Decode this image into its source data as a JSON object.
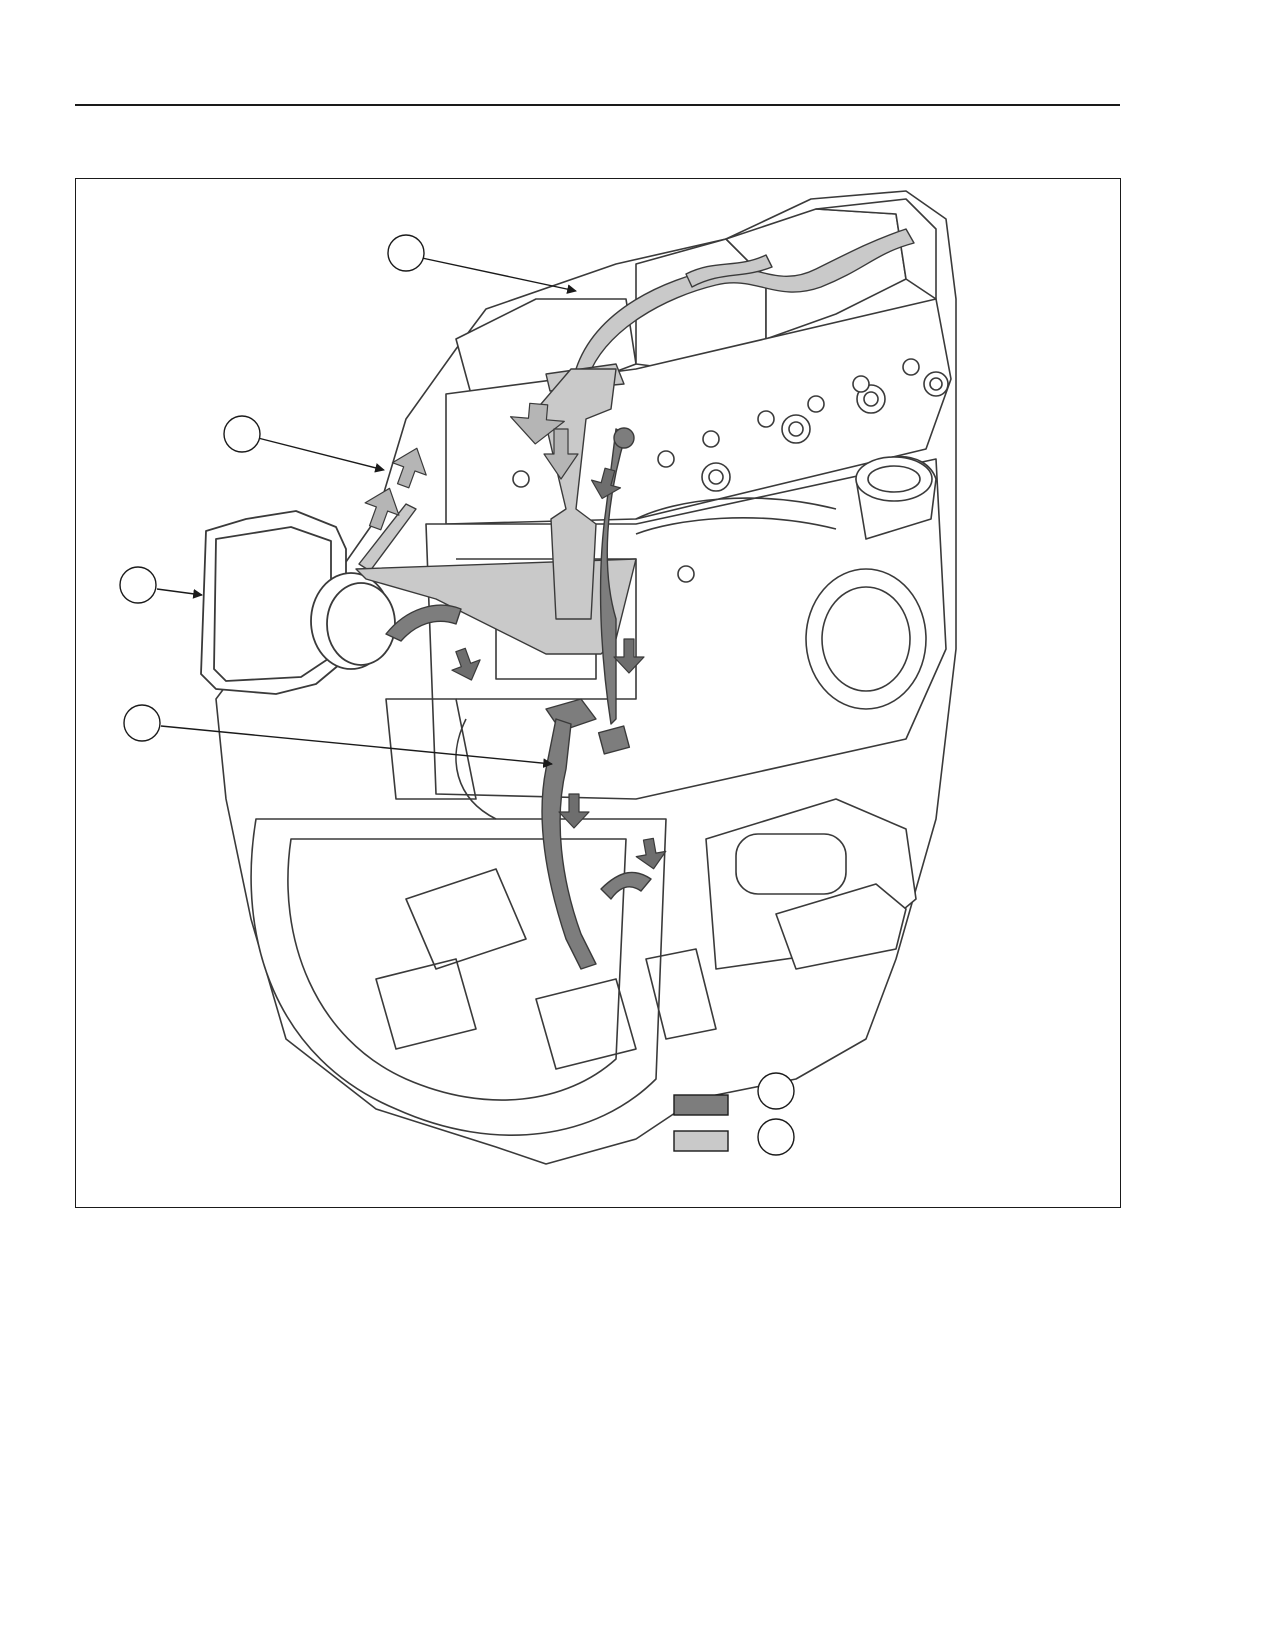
{
  "figure": {
    "colors": {
      "line": "#3a3a3a",
      "outline_fill": "#ffffff",
      "flow_dark": "#7d7d7d",
      "flow_light": "#c9c9c9",
      "arrow_dark": "#6e6e6e",
      "arrow_light": "#b5b5b5"
    },
    "callouts": [
      {
        "id": "valve-cover-callout",
        "label": ""
      },
      {
        "id": "breather-pipe-callout",
        "label": ""
      },
      {
        "id": "oil-separator-callout",
        "label": ""
      },
      {
        "id": "drain-hose-callout",
        "label": ""
      }
    ],
    "legend": [
      {
        "id": "legend-dark",
        "swatch_color": "#7d7d7d",
        "label": ""
      },
      {
        "id": "legend-light",
        "swatch_color": "#c9c9c9",
        "label": ""
      }
    ]
  }
}
